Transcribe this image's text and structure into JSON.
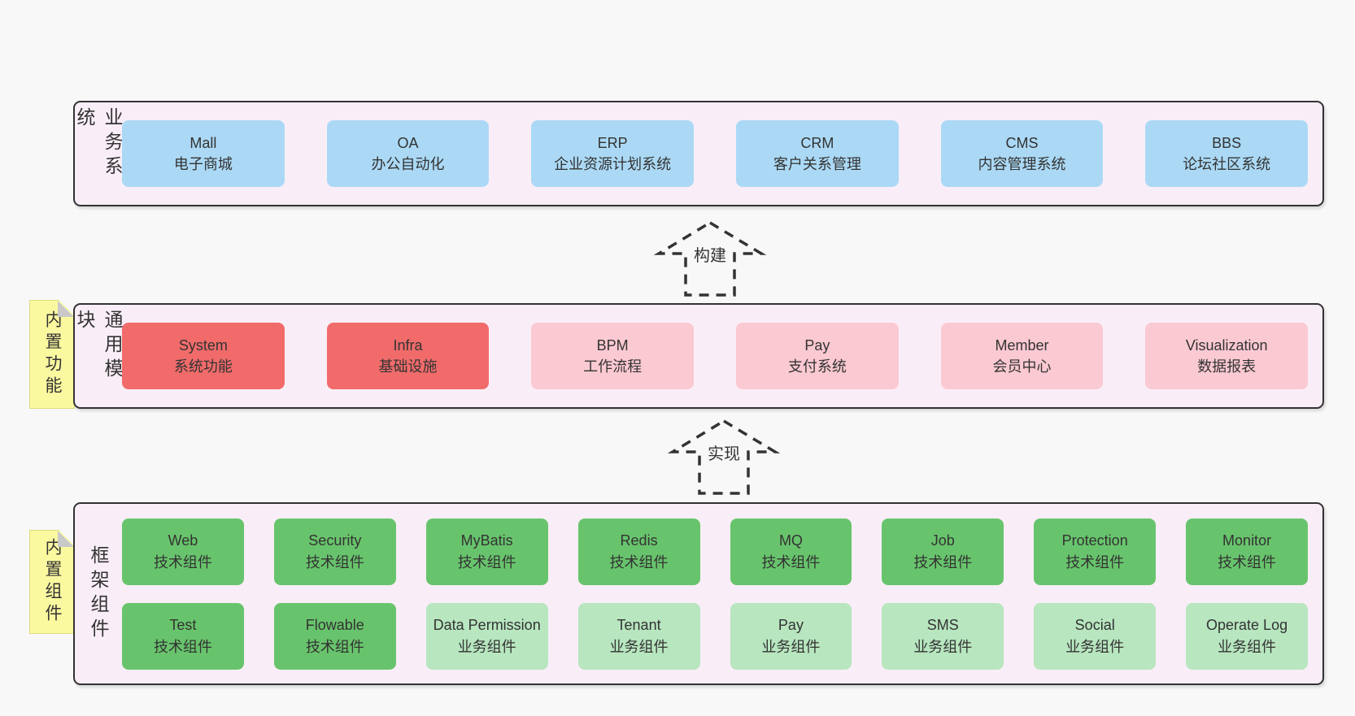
{
  "colors": {
    "page_bg": "#f8f8f8",
    "container_bg": "#f9eef7",
    "container_border": "#333333",
    "blue_box": "#abd9f5",
    "red_box": "#f16b6b",
    "pink_box": "#fbc9d2",
    "green_dark_box": "#68c46c",
    "green_light_box": "#b7e6bf",
    "note_bg": "#fbf9a0",
    "note_fold": "#c9c9c9",
    "text": "#333333"
  },
  "arrows": {
    "build": "构建",
    "implement": "实现"
  },
  "layers": [
    {
      "side_label": "业务系统",
      "items": [
        {
          "title": "Mall",
          "subtitle": "电子商城"
        },
        {
          "title": "OA",
          "subtitle": "办公自动化"
        },
        {
          "title": "ERP",
          "subtitle": "企业资源计划系统"
        },
        {
          "title": "CRM",
          "subtitle": "客户关系管理"
        },
        {
          "title": "CMS",
          "subtitle": "内容管理系统"
        },
        {
          "title": "BBS",
          "subtitle": "论坛社区系统"
        }
      ]
    },
    {
      "side_label": "通用模块",
      "note": "内置功能",
      "items": [
        {
          "title": "System",
          "subtitle": "系统功能"
        },
        {
          "title": "Infra",
          "subtitle": "基础设施"
        },
        {
          "title": "BPM",
          "subtitle": "工作流程"
        },
        {
          "title": "Pay",
          "subtitle": "支付系统"
        },
        {
          "title": "Member",
          "subtitle": "会员中心"
        },
        {
          "title": "Visualization",
          "subtitle": "数据报表"
        }
      ]
    },
    {
      "side_label": "框架组件",
      "note": "内置组件",
      "row1": [
        {
          "title": "Web",
          "subtitle": "技术组件"
        },
        {
          "title": "Security",
          "subtitle": "技术组件"
        },
        {
          "title": "MyBatis",
          "subtitle": "技术组件"
        },
        {
          "title": "Redis",
          "subtitle": "技术组件"
        },
        {
          "title": "MQ",
          "subtitle": "技术组件"
        },
        {
          "title": "Job",
          "subtitle": "技术组件"
        },
        {
          "title": "Protection",
          "subtitle": "技术组件"
        },
        {
          "title": "Monitor",
          "subtitle": "技术组件"
        }
      ],
      "row2": [
        {
          "title": "Test",
          "subtitle": "技术组件"
        },
        {
          "title": "Flowable",
          "subtitle": "技术组件"
        },
        {
          "title": "Data Permission",
          "subtitle": "业务组件"
        },
        {
          "title": "Tenant",
          "subtitle": "业务组件"
        },
        {
          "title": "Pay",
          "subtitle": "业务组件"
        },
        {
          "title": "SMS",
          "subtitle": "业务组件"
        },
        {
          "title": "Social",
          "subtitle": "业务组件"
        },
        {
          "title": "Operate Log",
          "subtitle": "业务组件"
        }
      ]
    }
  ]
}
